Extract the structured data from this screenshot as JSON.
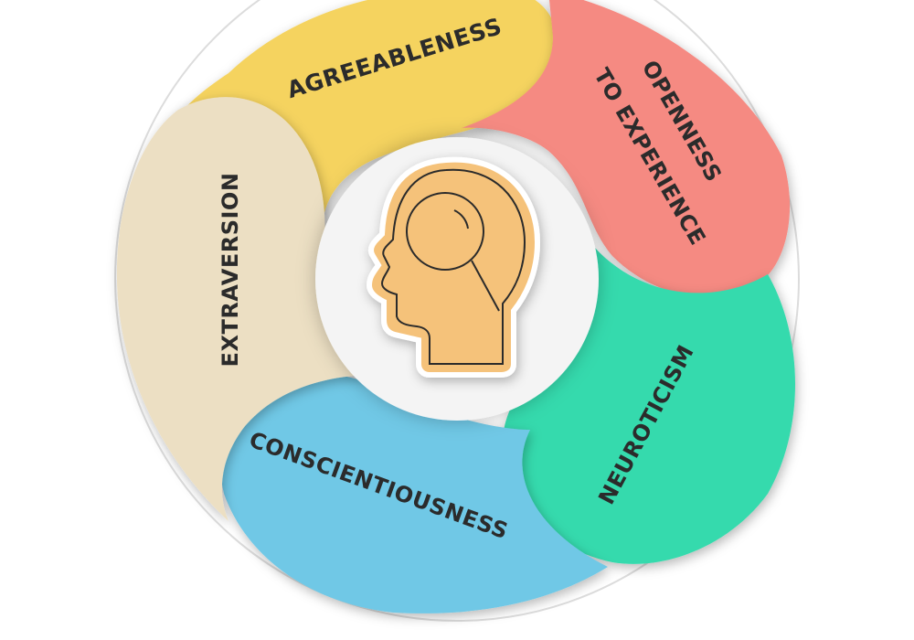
{
  "traits": [
    {
      "id": "agreeableness",
      "lines": [
        "AGREEABLENESS"
      ],
      "color": "#F5D35E"
    },
    {
      "id": "openness",
      "lines": [
        "OPENNESS",
        "TO EXPERIENCE"
      ],
      "color": "#F58A82"
    },
    {
      "id": "neuroticism",
      "lines": [
        "NEUROTICISM"
      ],
      "color": "#36DAAD"
    },
    {
      "id": "conscientiousness",
      "lines": [
        "CONSCIENTIOUSNESS"
      ],
      "color": "#70C8E6"
    },
    {
      "id": "extraversion",
      "lines": [
        "EXTRAVERSION"
      ],
      "color": "#ECDFC3"
    }
  ],
  "center_icon": "head-magnifier-icon",
  "center_color": "#F5C27A",
  "line_color": "#2b2b2b"
}
